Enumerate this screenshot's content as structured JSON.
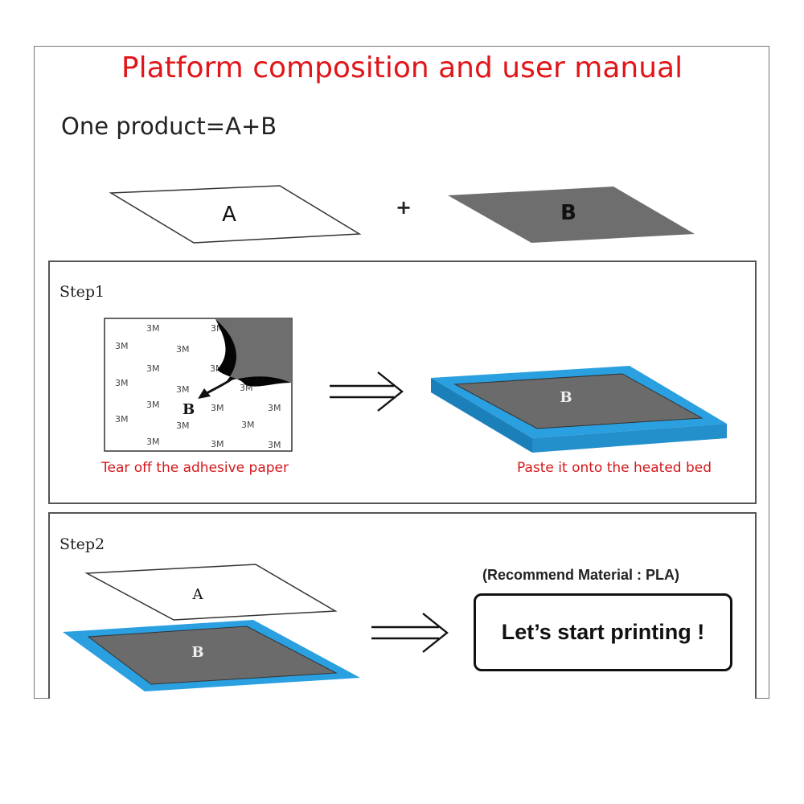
{
  "title": "Platform composition and user manual",
  "formula": "One product=A+B",
  "parts": {
    "a_label": "A",
    "plus": "+",
    "b_label": "B"
  },
  "step1": {
    "label": "Step1",
    "sticker_label": "B",
    "sticker_brand": "3M",
    "bed_label": "B",
    "caption_left": "Tear off the adhesive paper",
    "caption_right": "Paste it onto the heated bed"
  },
  "step2": {
    "label": "Step2",
    "sheet_a_label": "A",
    "bed_label": "B",
    "recommend": "(Recommend Material : PLA)",
    "cta": "Let’s start printing !"
  },
  "colors": {
    "title": "#e0161a",
    "caption": "#d5171b",
    "bed_frame": "#2aa0e0",
    "platform_b": "#6e6e6e"
  },
  "icons": [
    "double-arrow-icon",
    "curved-arrow-icon"
  ]
}
